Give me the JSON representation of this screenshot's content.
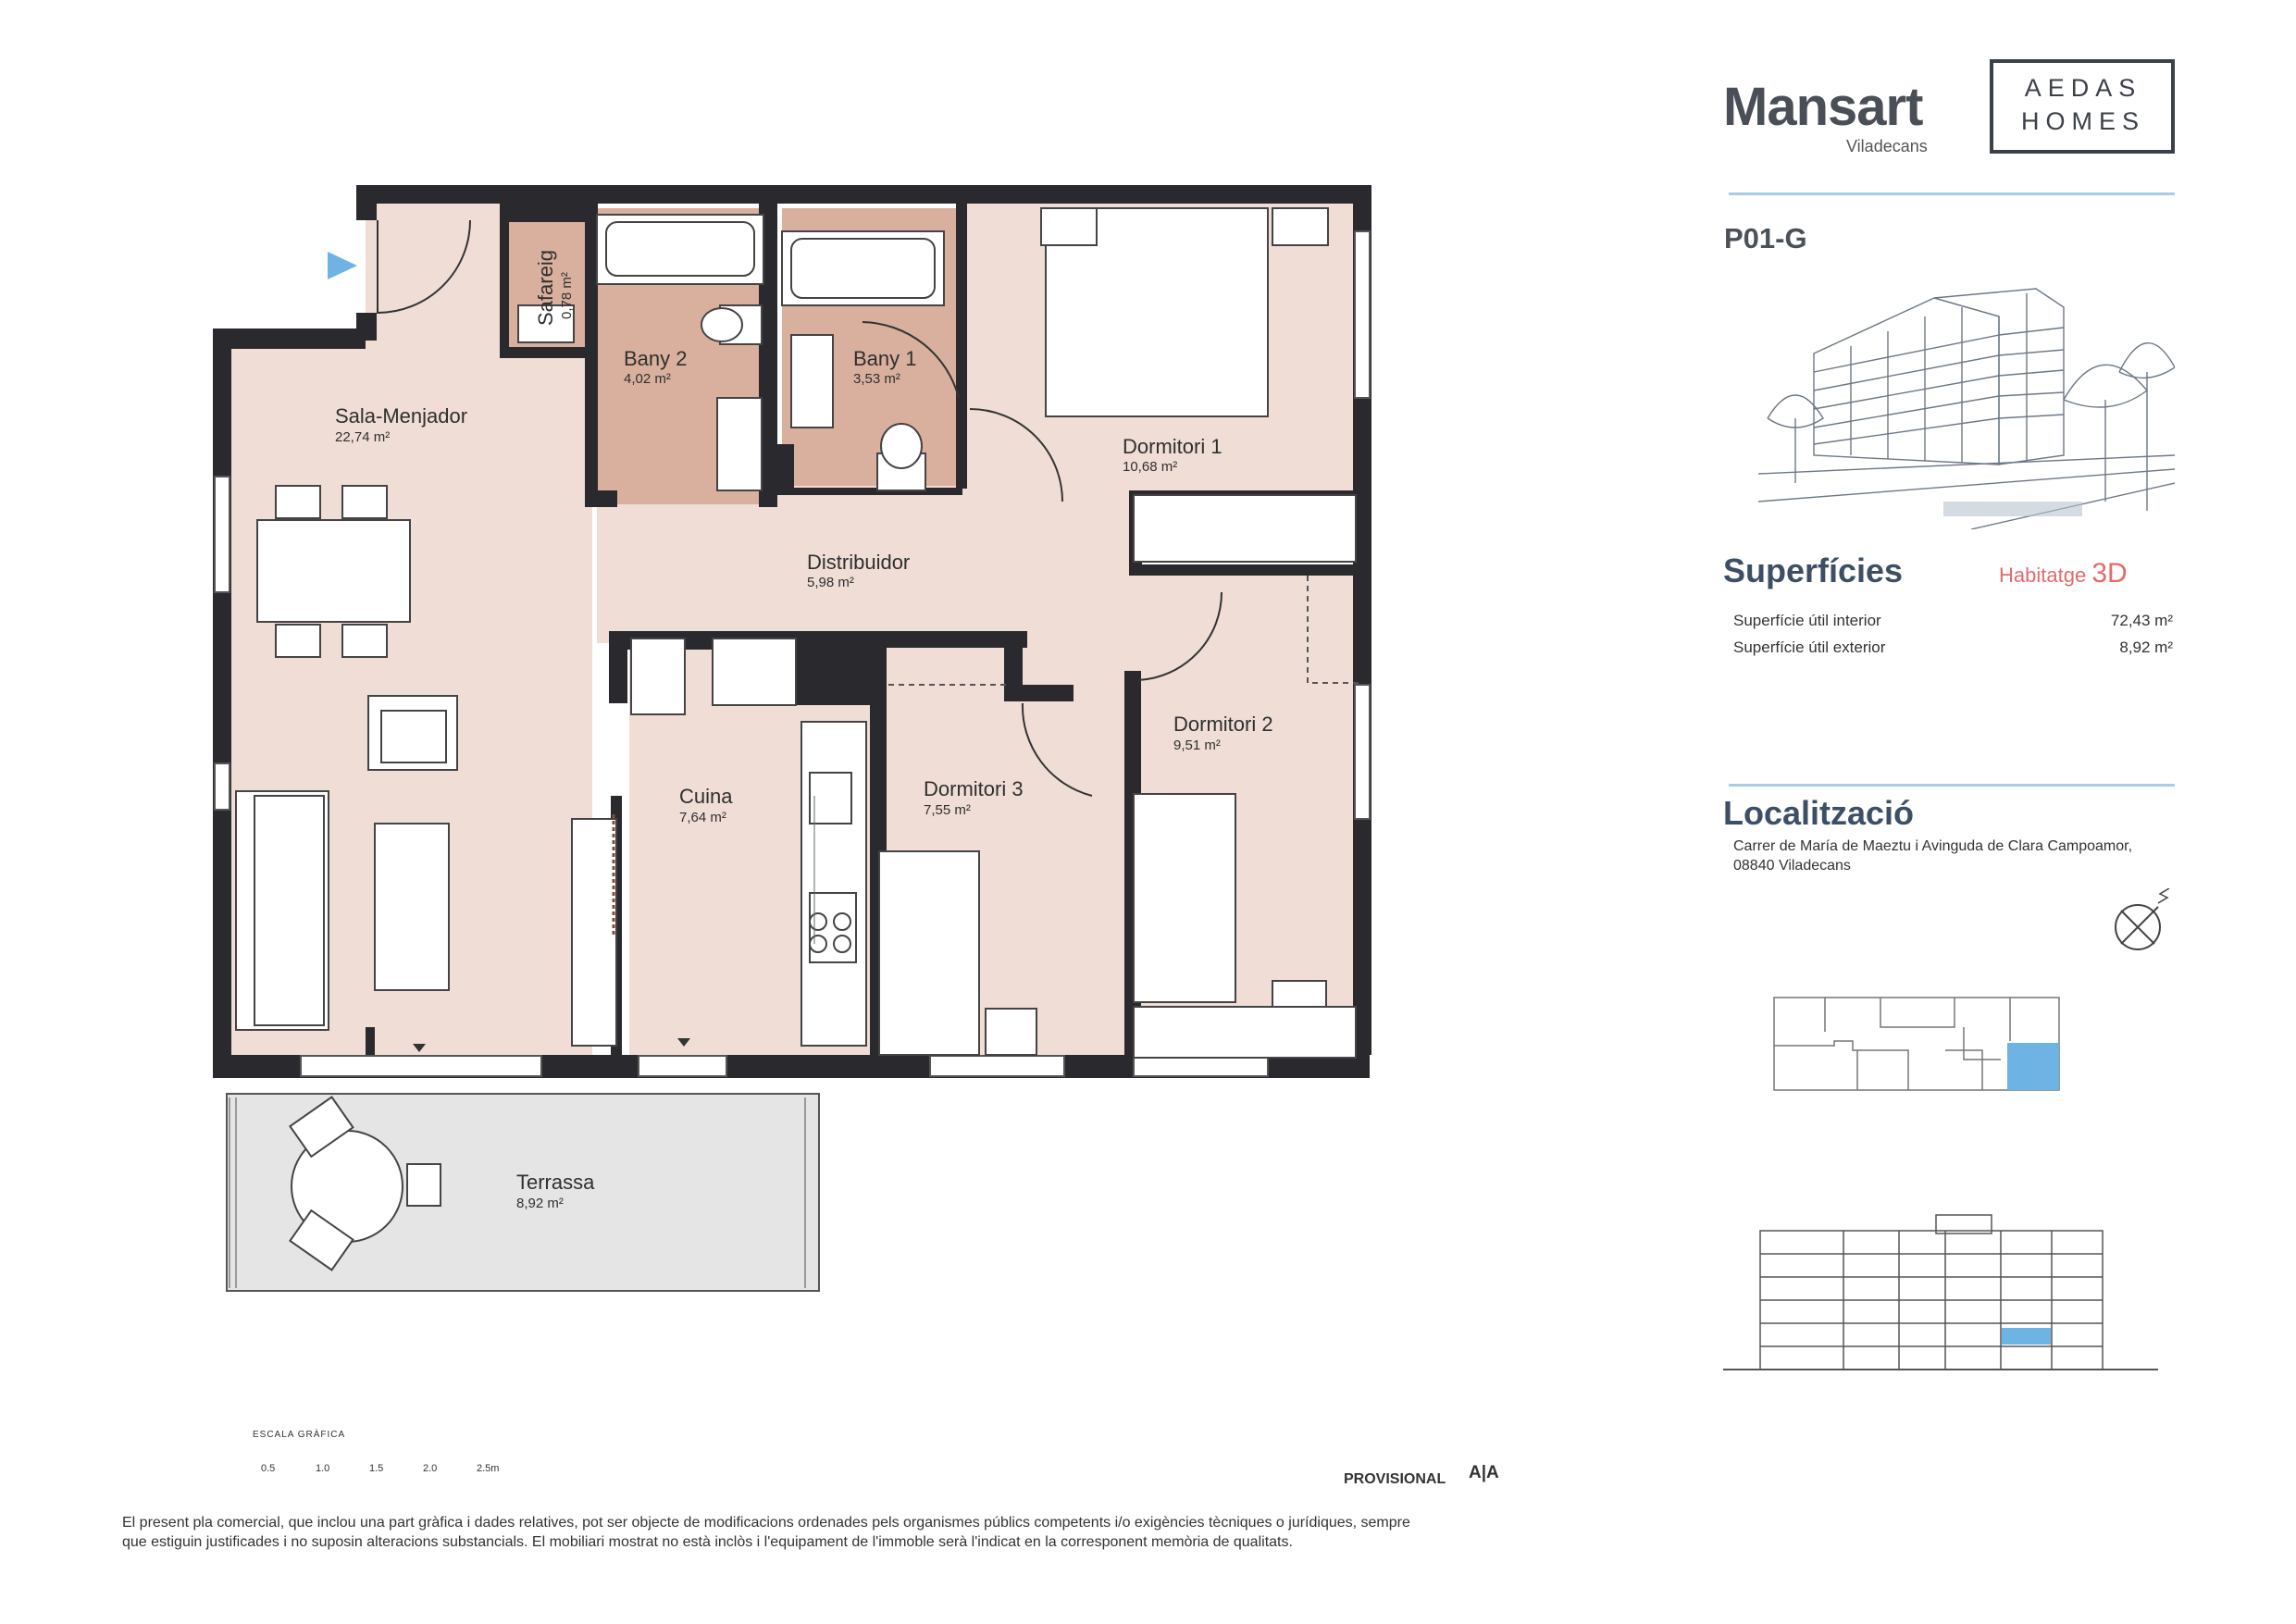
{
  "brand": {
    "name": "Mansart",
    "city": "Viladecans",
    "partner_line1": "AEDAS",
    "partner_line2": "HOMES"
  },
  "unit_code": "P01-G",
  "surfaces": {
    "title": "Superfícies",
    "type_label": "Habitatge",
    "type_value": "3D",
    "interior_label": "Superfície útil interior",
    "interior_value": "72,43 m²",
    "exterior_label": "Superfície útil exterior",
    "exterior_value": "8,92 m²"
  },
  "location": {
    "title": "Localització",
    "line1": "Carrer de María de Maeztu i Avinguda de Clara Campoamor,",
    "line2": "08840 Viladecans"
  },
  "rooms": [
    {
      "name": "Safareig",
      "area": "0,78 m²"
    },
    {
      "name": "Bany 2",
      "area": "4,02 m²"
    },
    {
      "name": "Bany 1",
      "area": "3,53 m²"
    },
    {
      "name": "Dormitori 1",
      "area": "10,68 m²"
    },
    {
      "name": "Sala-Menjador",
      "area": "22,74 m²"
    },
    {
      "name": "Distribuidor",
      "area": "5,98 m²"
    },
    {
      "name": "Cuina",
      "area": "7,64 m²"
    },
    {
      "name": "Dormitori 3",
      "area": "7,55 m²"
    },
    {
      "name": "Dormitori 2",
      "area": "9,51 m²"
    },
    {
      "name": "Terrassa",
      "area": "8,92 m²"
    }
  ],
  "scale": {
    "title": "ESCALA GRÀFICA",
    "ticks": [
      "0.5",
      "1.0",
      "1.5",
      "2.0",
      "2.5m"
    ]
  },
  "energy": {
    "status": "PROVISIONAL",
    "rating": "A|A"
  },
  "colors": {
    "room_fill": "#f0ddd6",
    "bath_fill": "#d9b09e",
    "wall": "#2a2a2e",
    "accent": "#6db3e3",
    "rule": "#a8cde6"
  },
  "disclaimer": {
    "line1": "El present pla comercial, que inclou una part gràfica i dades relatives, pot ser objecte de modificacions ordenades pels organismes públics competents i/o exigències tècniques o jurídiques, sempre",
    "line2": "que estiguin justificades i no suposin alteracions substancials. El mobiliari mostrat no està inclòs i l'equipament de l'immoble serà l'indicat en la corresponent memòria de qualitats."
  }
}
